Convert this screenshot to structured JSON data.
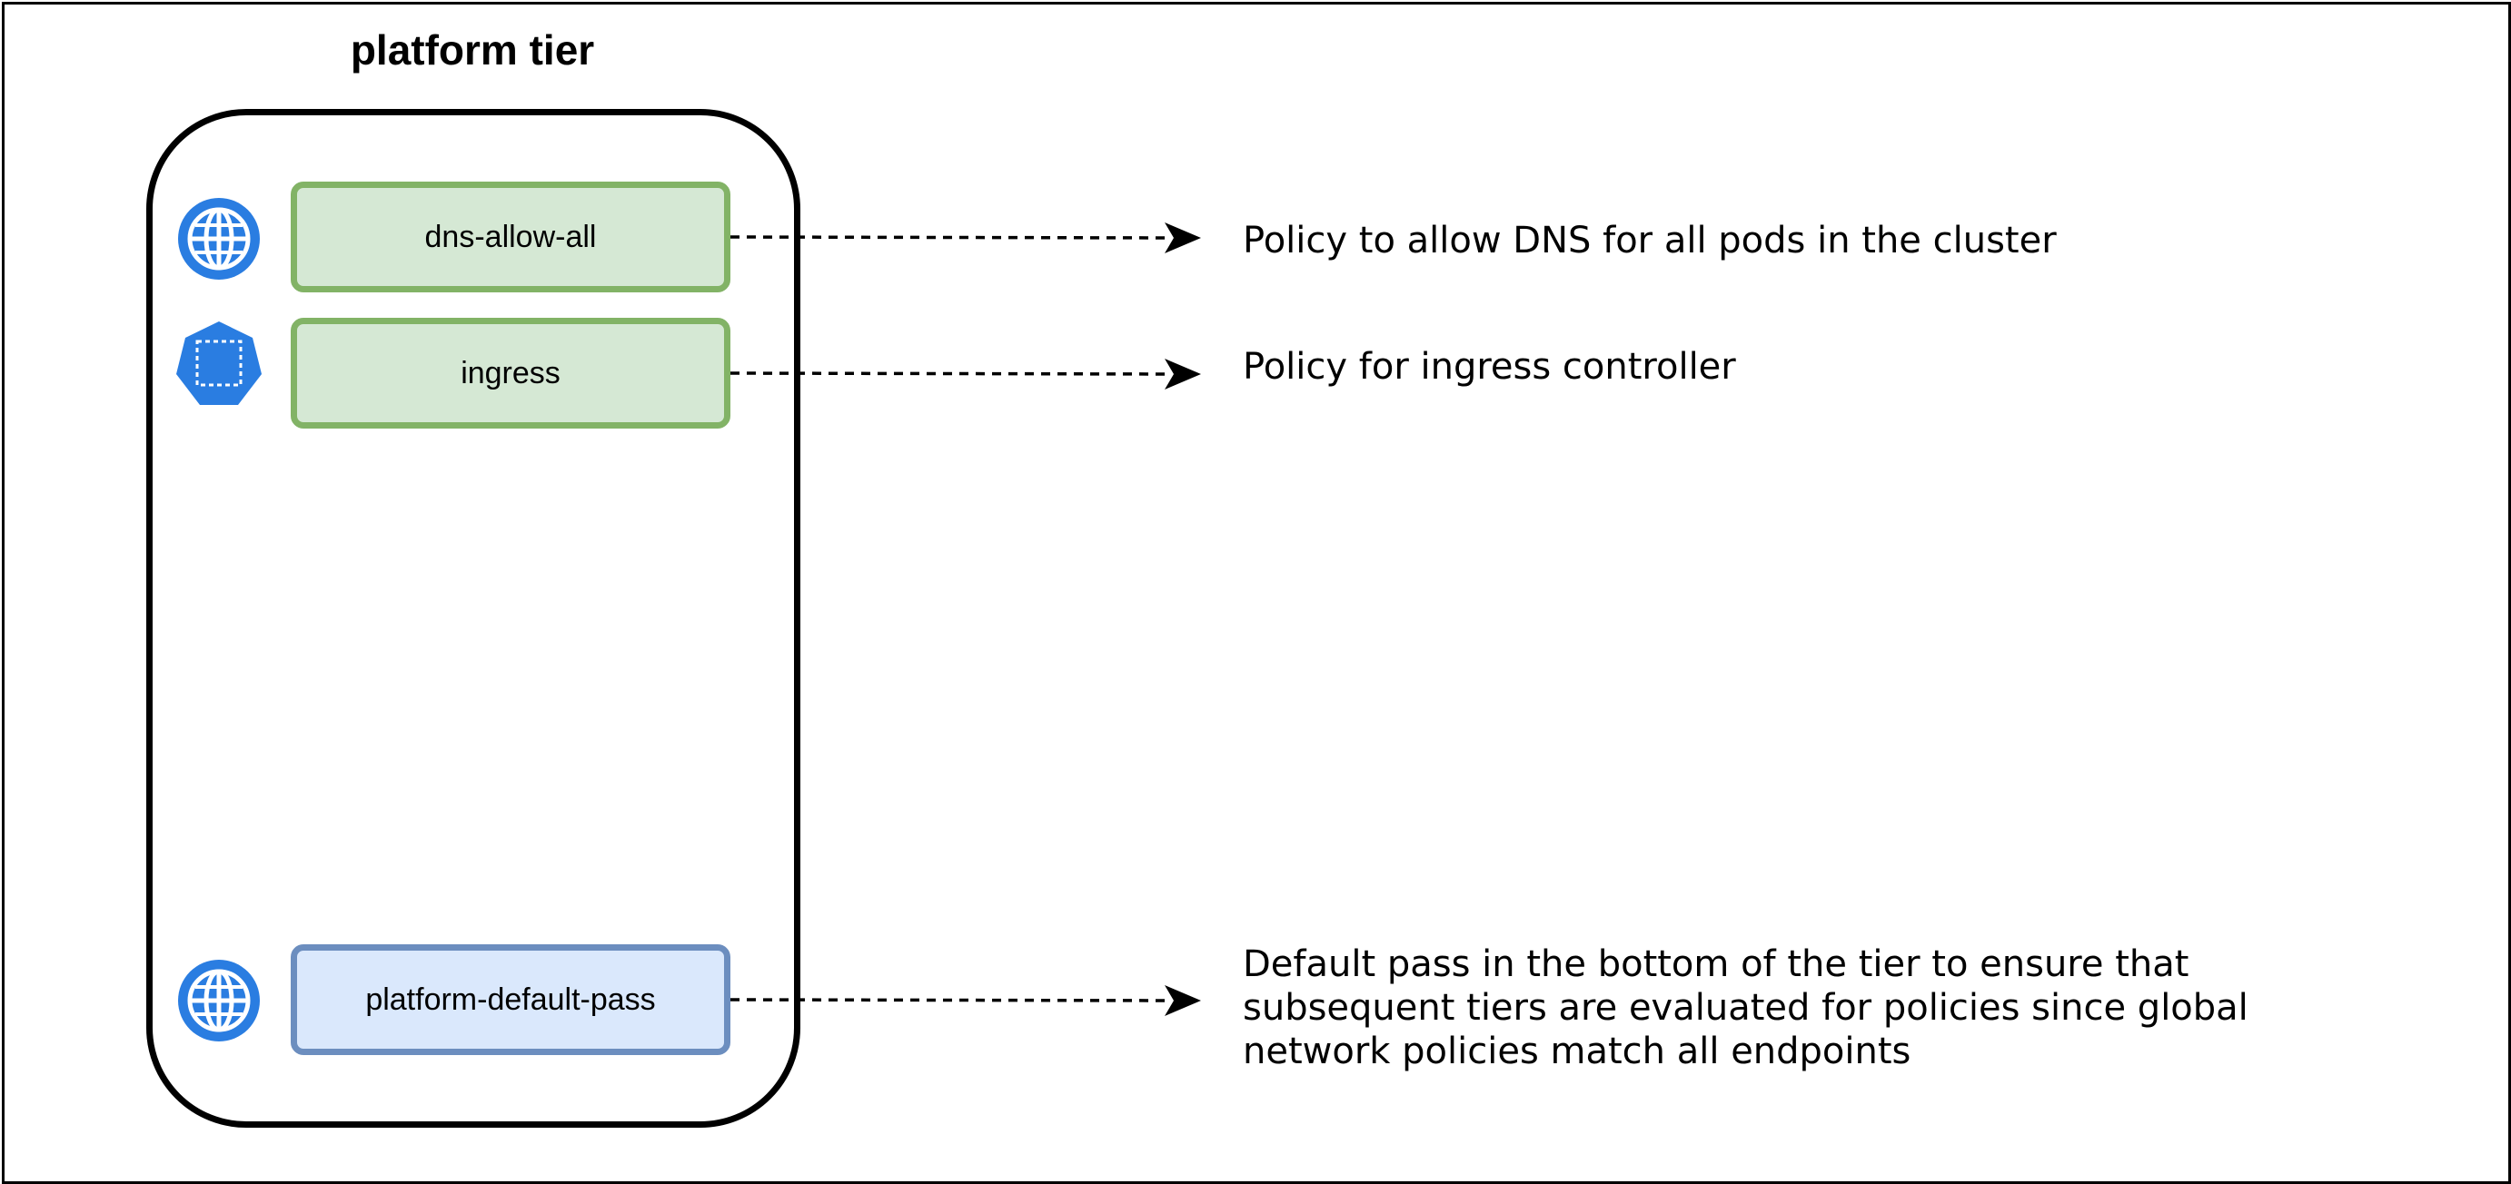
{
  "diagram": {
    "title": "platform tier",
    "policies": [
      {
        "label": "dns-allow-all",
        "icon": "globe-icon",
        "description": "Policy to allow DNS for all pods in the cluster",
        "color": "#d5e8d4",
        "border": "#82b366"
      },
      {
        "label": "ingress",
        "icon": "kubernetes-pod-icon",
        "description": "Policy for ingress controller",
        "color": "#d5e8d4",
        "border": "#82b366"
      },
      {
        "label": "platform-default-pass",
        "icon": "globe-icon",
        "description_lines": [
          "Default pass in the bottom of the tier to ensure that",
          "subsequent tiers are evaluated for policies since global",
          "network policies match all endpoints"
        ],
        "color": "#dae8fc",
        "border": "#6c8ebf"
      }
    ],
    "icon_color": "#2a7de1"
  }
}
